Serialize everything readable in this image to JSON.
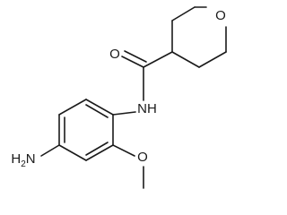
{
  "atoms": {
    "ring_oxygen": "O",
    "carbonyl_oxygen": "O",
    "amide_nh": "NH",
    "amine_h": "H",
    "amine_sub": "2",
    "amine_n": "N",
    "methoxy_oxygen": "O"
  },
  "colors": {
    "ink": "#1a1a1a",
    "background": "#ffffff"
  }
}
